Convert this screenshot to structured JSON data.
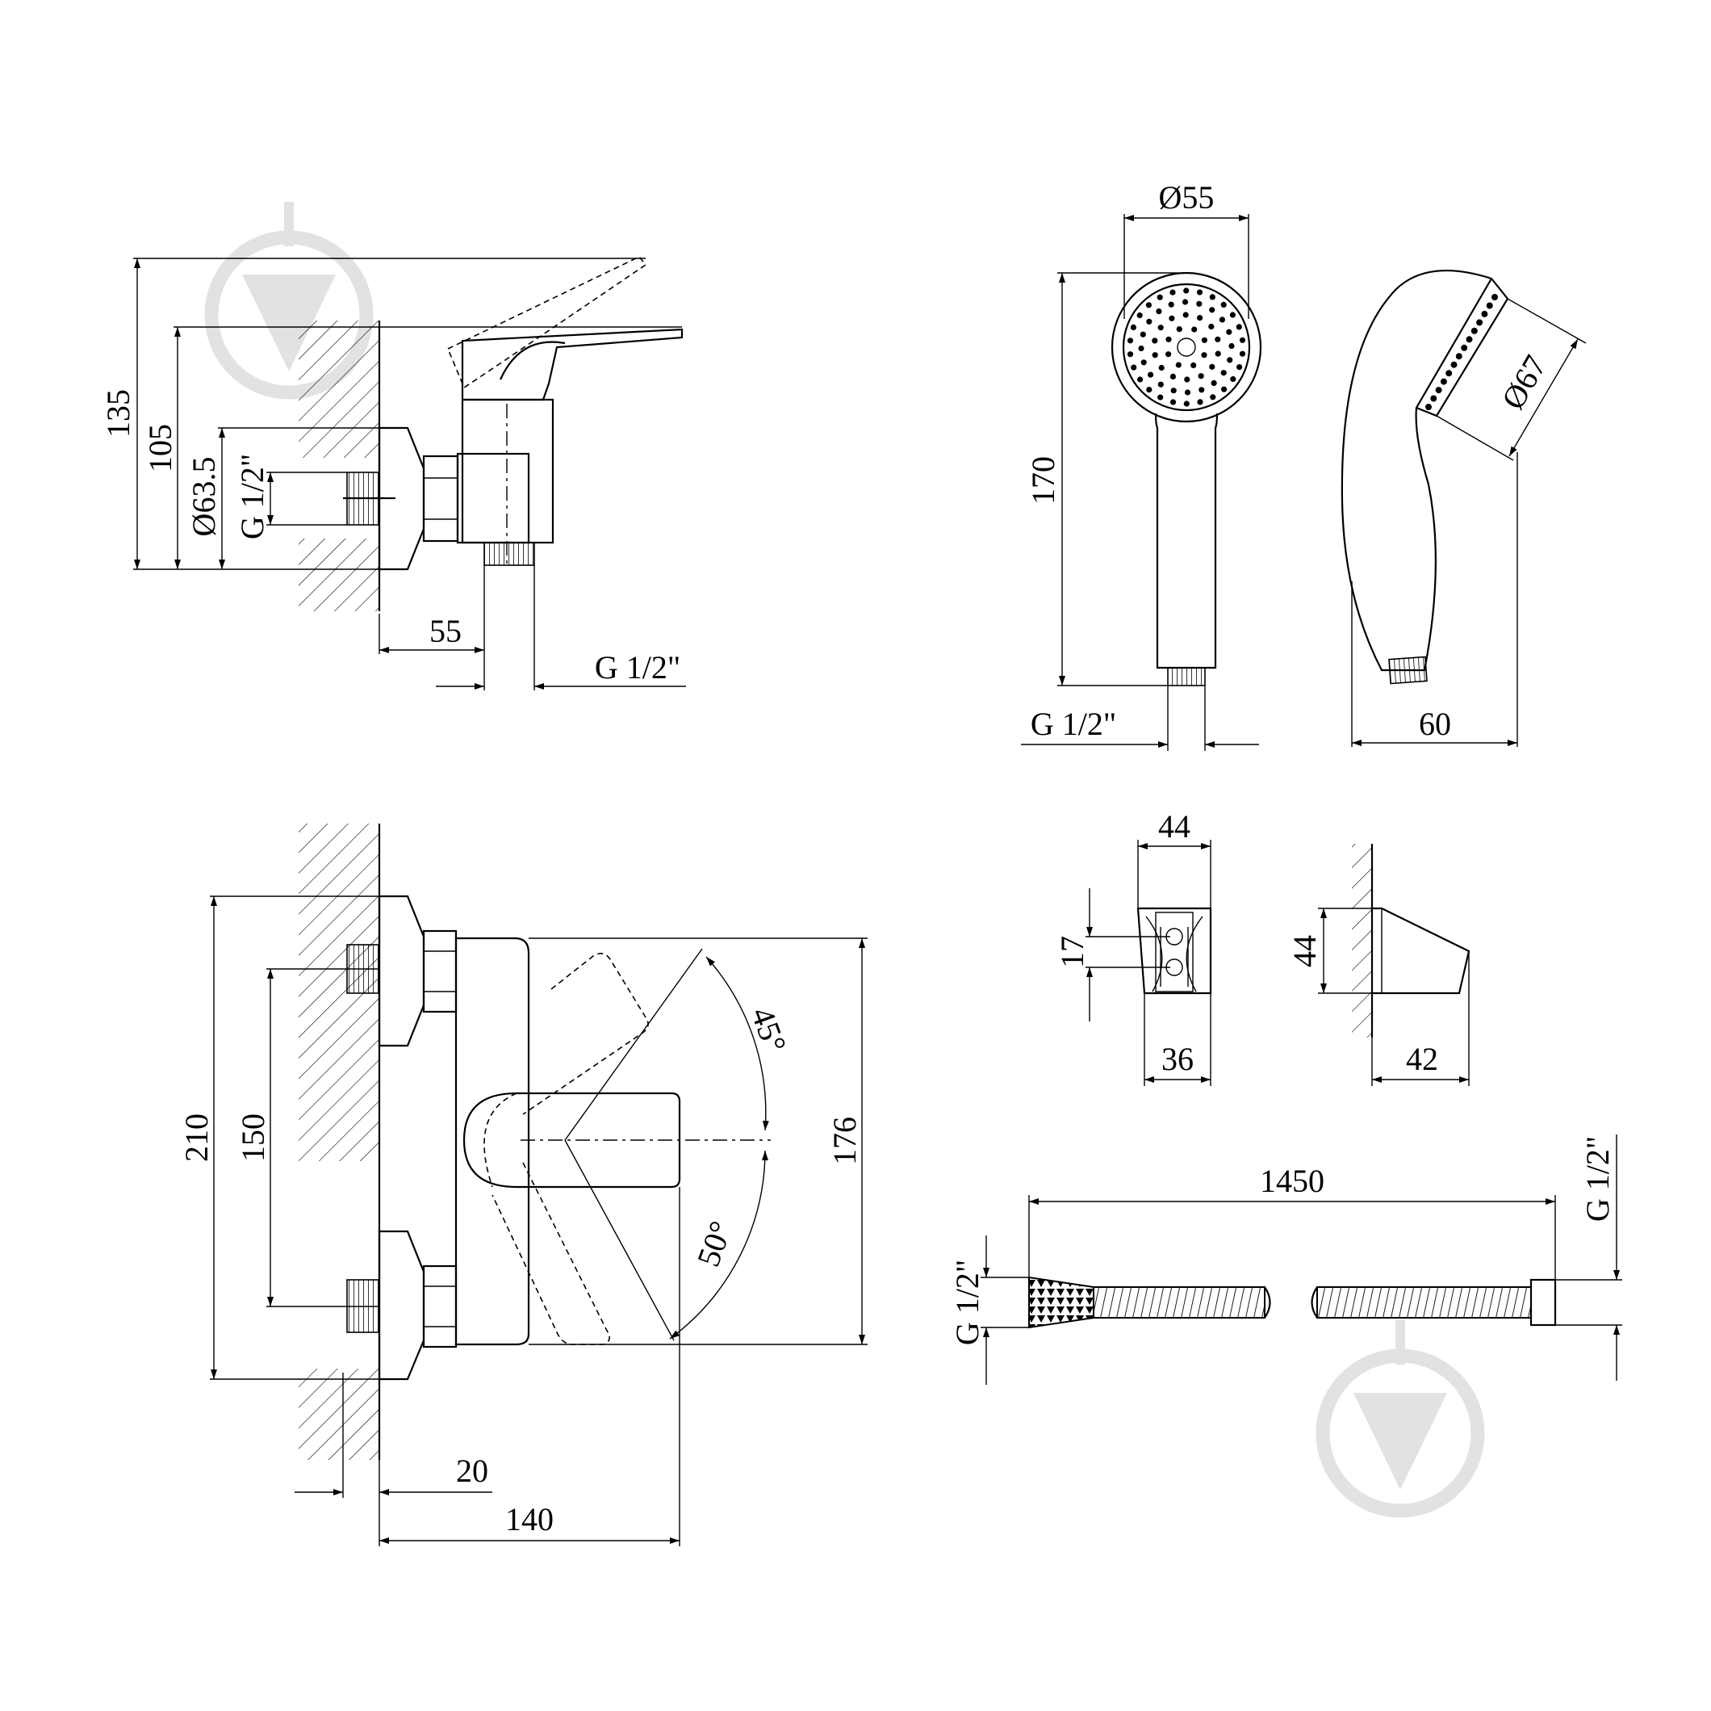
{
  "colors": {
    "line": "#000000",
    "watermark": "#e2e2e2",
    "background": "#ffffff"
  },
  "icons": {
    "watermark": "download-arrow-in-circle"
  },
  "side_view": {
    "height_total": "135",
    "height_lever": "105",
    "flange_diameter": "Ø63.5",
    "inlet_thread": "G 1/2\"",
    "outlet_offset": "55",
    "outlet_thread": "G 1/2\""
  },
  "hand_shower": {
    "head_diameter": "Ø55",
    "length": "170",
    "connection_thread": "G 1/2\"",
    "face_diameter": "Ø67",
    "depth": "60"
  },
  "holder": {
    "width_top": "44",
    "hole_spacing": "17",
    "width_bottom": "36",
    "height": "44",
    "depth": "42"
  },
  "front_view": {
    "overall_height": "210",
    "inlet_spacing": "150",
    "body_height": "176",
    "angle_up": "45°",
    "angle_down": "50°",
    "eccentric_offset": "20",
    "projection": "140"
  },
  "hose": {
    "length": "1450",
    "thread_left": "G 1/2\"",
    "thread_right": "G 1/2\""
  }
}
